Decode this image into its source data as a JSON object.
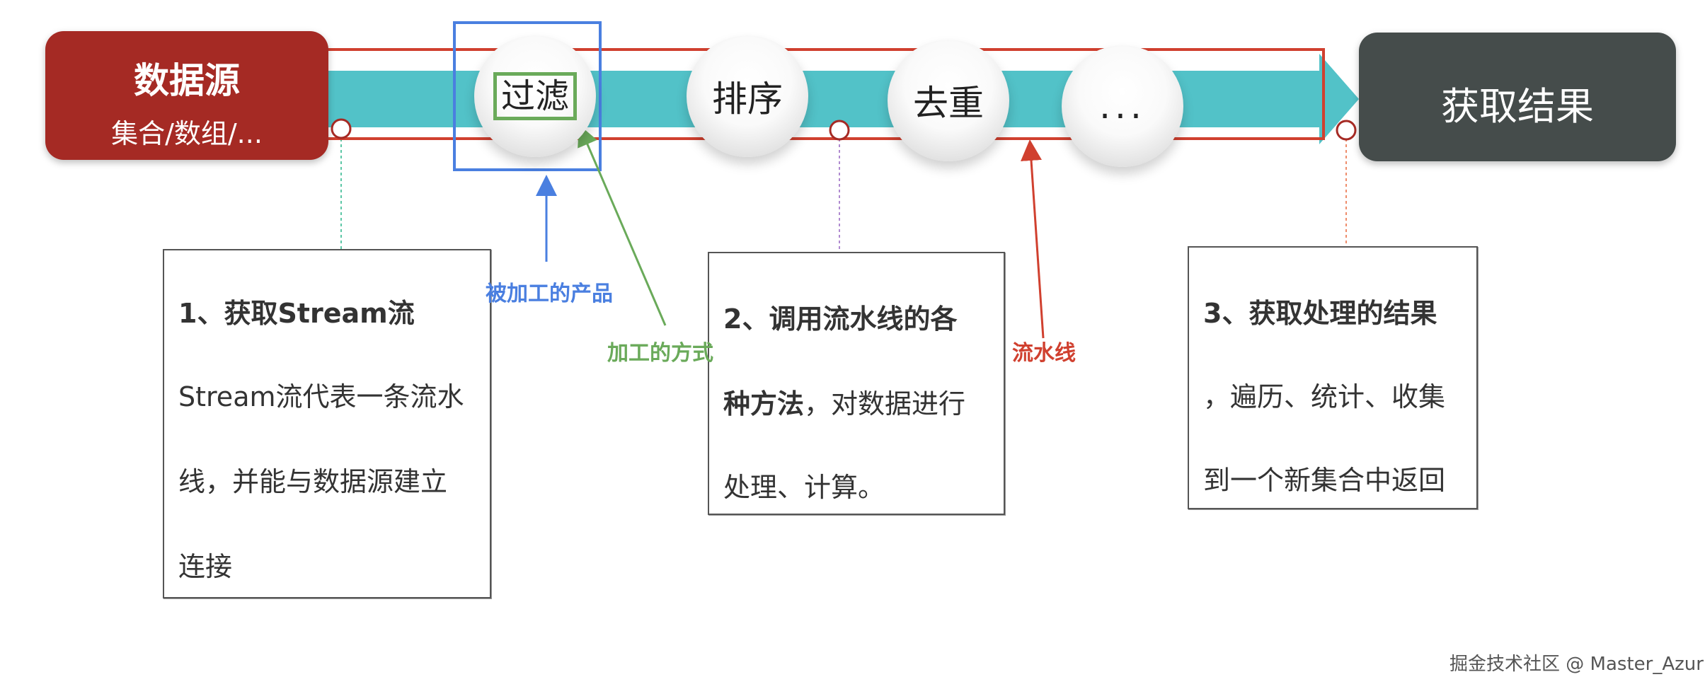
{
  "source": {
    "title": "数据源",
    "subtitle": "集合/数组/..."
  },
  "steps": [
    "过滤",
    "排序",
    "去重",
    "..."
  ],
  "result": {
    "title": "获取结果"
  },
  "notes": [
    {
      "lines": [
        "1、获取Stream流",
        "Stream流代表一条流水",
        "线，并能与数据源建立",
        "连接"
      ]
    },
    {
      "lines": [
        "2、调用流水线的各",
        "种方法",
        "，对数据进行",
        "处理、计算。"
      ]
    },
    {
      "lines": [
        "3、获取处理的结果",
        "，遍历、统计、收集",
        "到一个新集合中返回"
      ]
    }
  ],
  "annotations": {
    "product": "被加工的产品",
    "method": "加工的方式",
    "pipeline": "流水线"
  },
  "colors": {
    "source": "#a52a24",
    "result": "#454c4b",
    "pipeline": "#52c2c8",
    "blue": "#4a7fe0",
    "green": "#6aaa5a",
    "red": "#d0402f"
  },
  "watermark": "掘金技术社区 @ Master_Azur"
}
